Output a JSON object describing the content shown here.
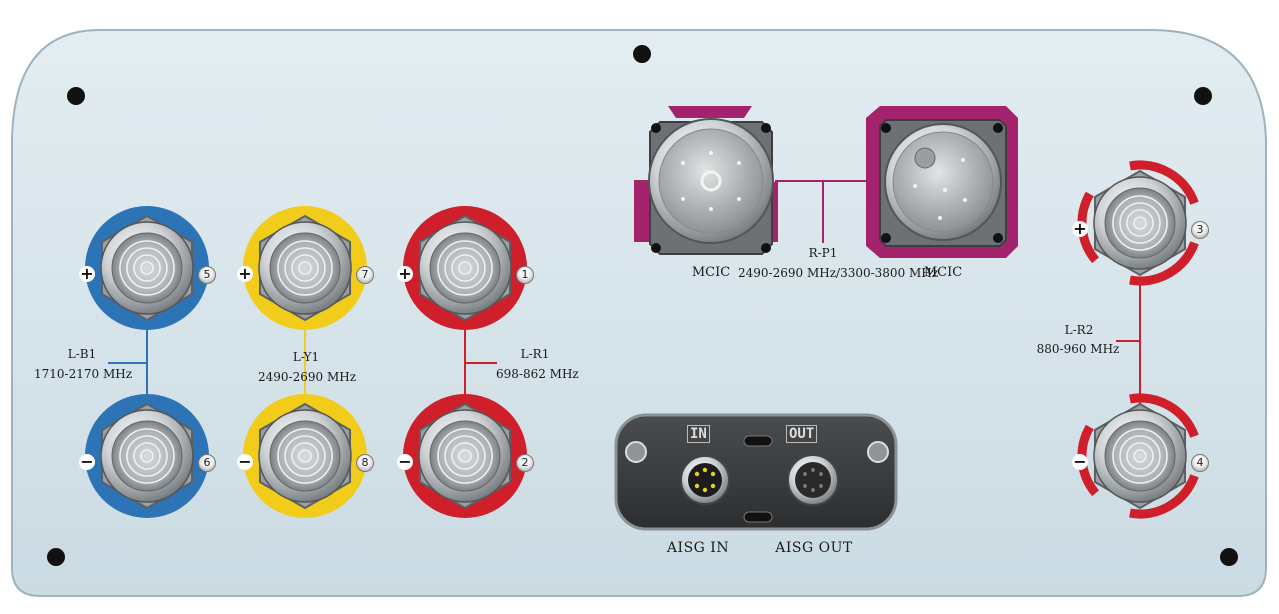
{
  "panel": {
    "colors": {
      "panel": "#d4e2ea",
      "blue": "#2d74b6",
      "yellow": "#f2cc1a",
      "red": "#cf1f2b",
      "magenta": "#a3246d"
    }
  },
  "ports": [
    {
      "id": "5",
      "sign": "+",
      "color": "blue"
    },
    {
      "id": "6",
      "sign": "−",
      "color": "blue"
    },
    {
      "id": "7",
      "sign": "+",
      "color": "yellow"
    },
    {
      "id": "8",
      "sign": "−",
      "color": "yellow"
    },
    {
      "id": "1",
      "sign": "+",
      "color": "red"
    },
    {
      "id": "2",
      "sign": "−",
      "color": "red"
    },
    {
      "id": "3",
      "sign": "+",
      "color": "red"
    },
    {
      "id": "4",
      "sign": "−",
      "color": "red"
    }
  ],
  "bands": {
    "lb1": {
      "name": "L-B1",
      "freq": "1710-2170 MHz"
    },
    "ly1": {
      "name": "L-Y1",
      "freq": "2490-2690 MHz"
    },
    "lr1": {
      "name": "L-R1",
      "freq": "698-862 MHz"
    },
    "lr2": {
      "name": "L-R2",
      "freq": "880-960 MHz"
    },
    "rp1": {
      "name": "R-P1",
      "freq": "2490-2690 MHz/3300-3800 MHz"
    }
  },
  "mcic": {
    "left": "MCIC",
    "right": "MCIC"
  },
  "aisg": {
    "in_tag": "IN",
    "out_tag": "OUT",
    "in_label": "AISG IN",
    "out_label": "AISG OUT"
  }
}
